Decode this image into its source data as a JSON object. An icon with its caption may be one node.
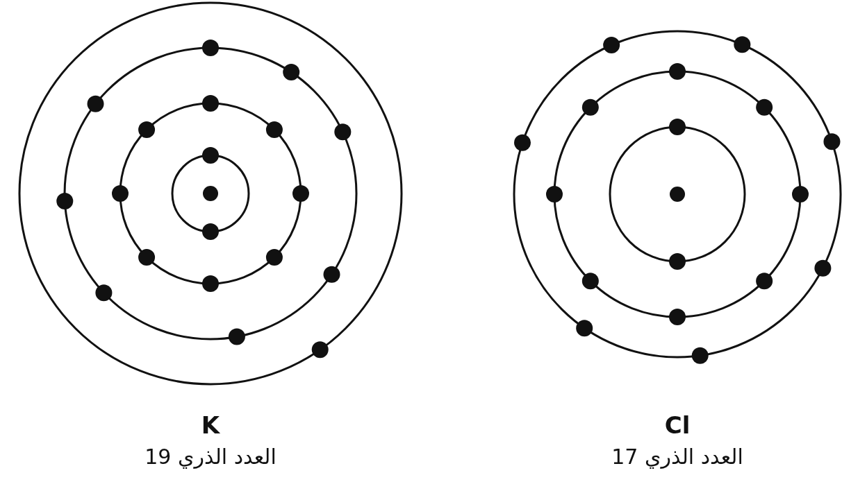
{
  "diagram": {
    "labels": [
      "K",
      "العدد الذري 19",
      "Cl",
      "العدد الذري 17"
    ]
  }
}
